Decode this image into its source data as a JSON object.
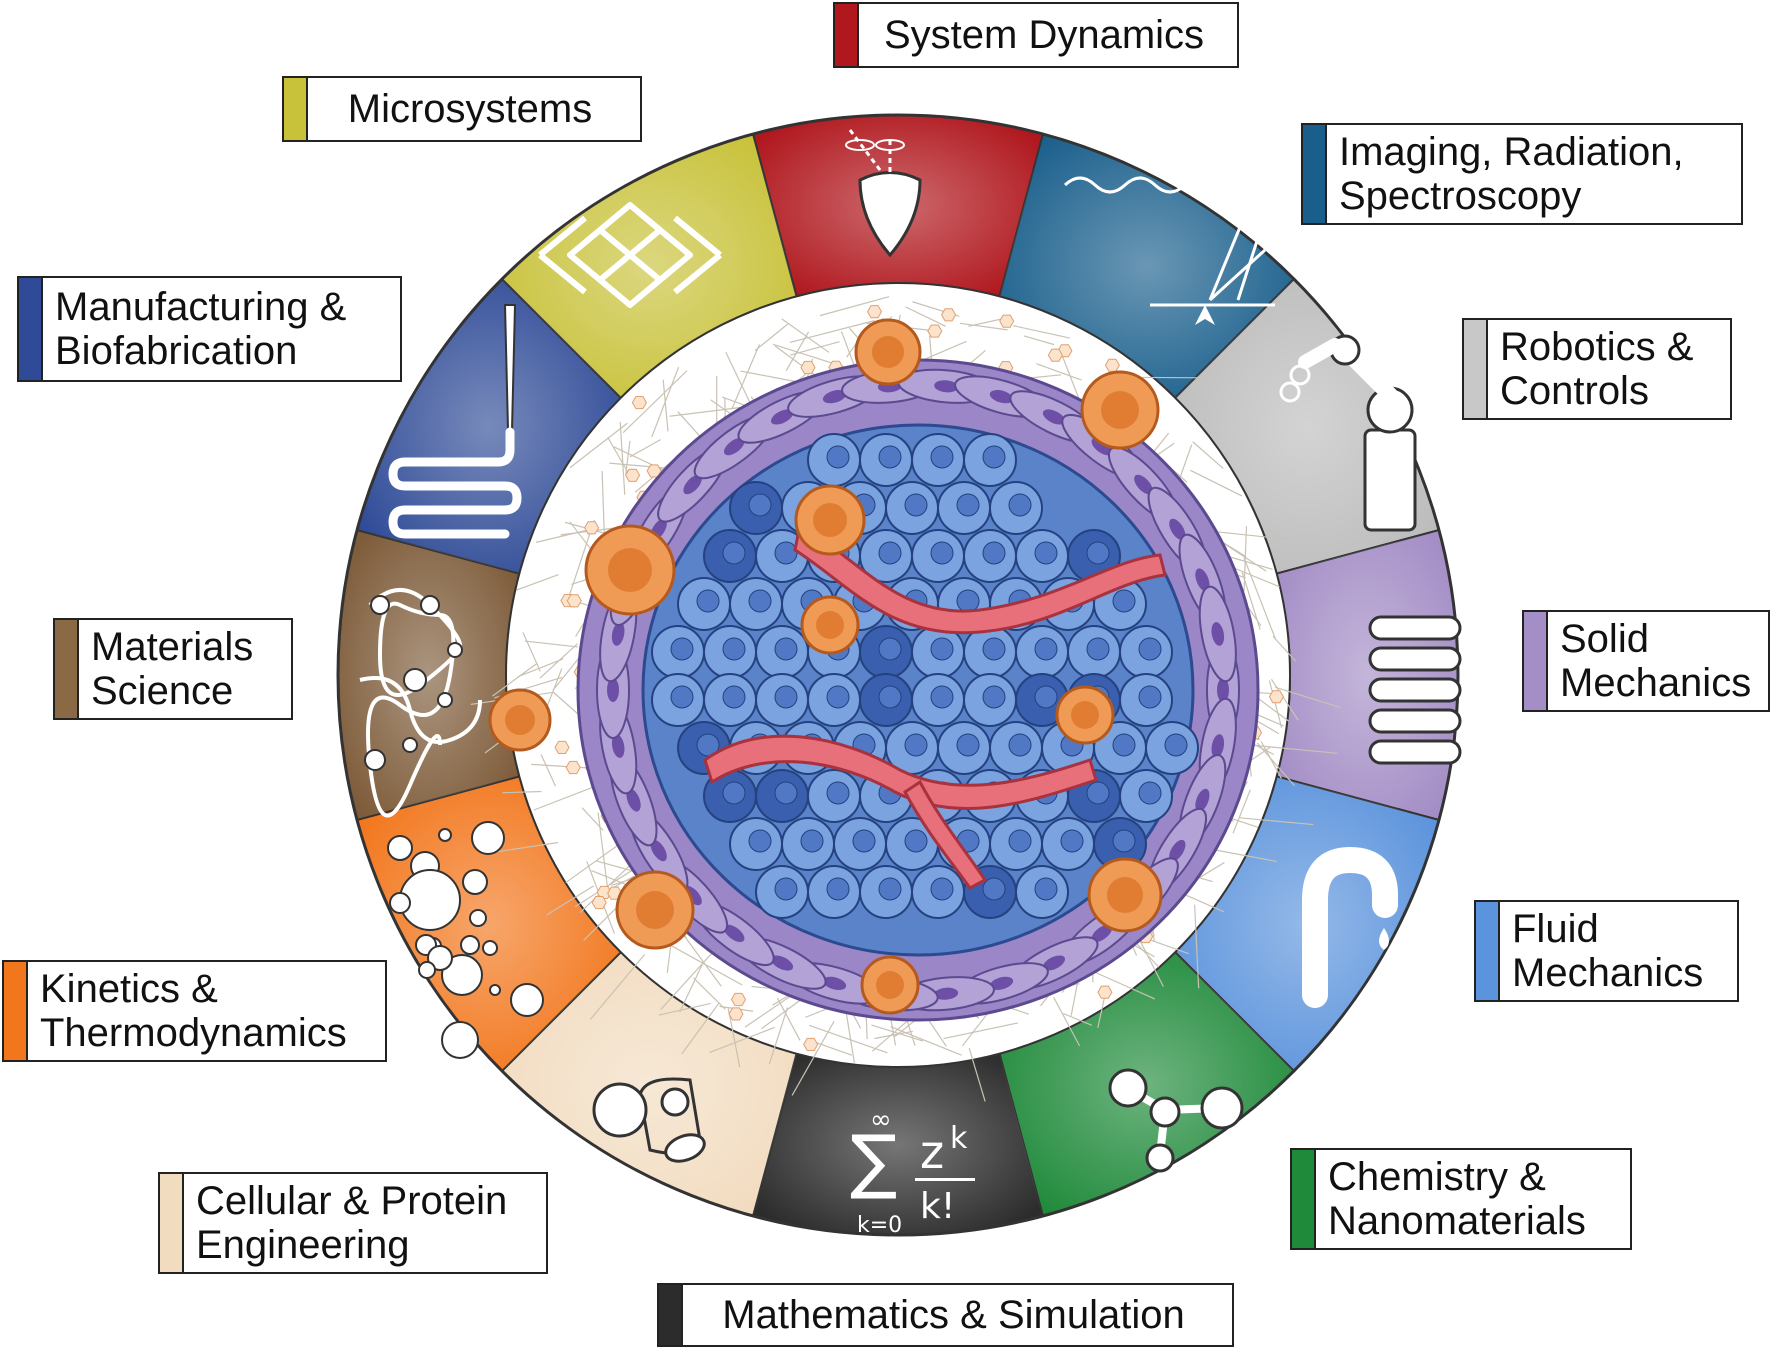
{
  "ring": {
    "segments": [
      {
        "key": "system-dynamics",
        "color": "#b0181e"
      },
      {
        "key": "imaging",
        "color": "#1a5f8c"
      },
      {
        "key": "robotics",
        "color": "#bcbcbc"
      },
      {
        "key": "solid-mechanics",
        "color": "#a48ec6"
      },
      {
        "key": "fluid-mechanics",
        "color": "#5b93dc"
      },
      {
        "key": "chemistry",
        "color": "#1f8a3a"
      },
      {
        "key": "mathematics",
        "color": "#2c2c2c"
      },
      {
        "key": "cellular",
        "color": "#f2dcc0"
      },
      {
        "key": "kinetics",
        "color": "#f2761c"
      },
      {
        "key": "materials",
        "color": "#7e5c3a"
      },
      {
        "key": "manufacturing",
        "color": "#2f4b97"
      },
      {
        "key": "microsystems",
        "color": "#c8c23a"
      }
    ],
    "math_formula": {
      "sigma": "∑",
      "top": "∞",
      "bottom": "k=0",
      "numerator": "z",
      "exponent": "k",
      "denominator": "k!"
    }
  },
  "labels": [
    {
      "key": "system-dynamics",
      "lines": [
        "System Dynamics"
      ],
      "color": "#b0181e"
    },
    {
      "key": "imaging",
      "lines": [
        "Imaging, Radiation,",
        "Spectroscopy"
      ],
      "color": "#1a5f8c"
    },
    {
      "key": "robotics",
      "lines": [
        "Robotics &",
        "Controls"
      ],
      "color": "#c8c8c8"
    },
    {
      "key": "solid-mechanics",
      "lines": [
        "Solid",
        "Mechanics"
      ],
      "color": "#a48ec6"
    },
    {
      "key": "fluid-mechanics",
      "lines": [
        "Fluid",
        "Mechanics"
      ],
      "color": "#5b93dc"
    },
    {
      "key": "chemistry",
      "lines": [
        "Chemistry &",
        "Nanomaterials"
      ],
      "color": "#1f8a3a"
    },
    {
      "key": "mathematics",
      "lines": [
        "Mathematics & Simulation"
      ],
      "color": "#2c2c2c"
    },
    {
      "key": "cellular",
      "lines": [
        "Cellular & Protein",
        "Engineering"
      ],
      "color": "#f2dcc0"
    },
    {
      "key": "kinetics",
      "lines": [
        "Kinetics &",
        "Thermodynamics"
      ],
      "color": "#f2761c"
    },
    {
      "key": "materials",
      "lines": [
        "Materials",
        "Science"
      ],
      "color": "#8a6a44"
    },
    {
      "key": "manufacturing",
      "lines": [
        "Manufacturing &",
        "Biofabrication"
      ],
      "color": "#2f4b97"
    },
    {
      "key": "microsystems",
      "lines": [
        "Microsystems"
      ],
      "color": "#c8c23a"
    }
  ]
}
